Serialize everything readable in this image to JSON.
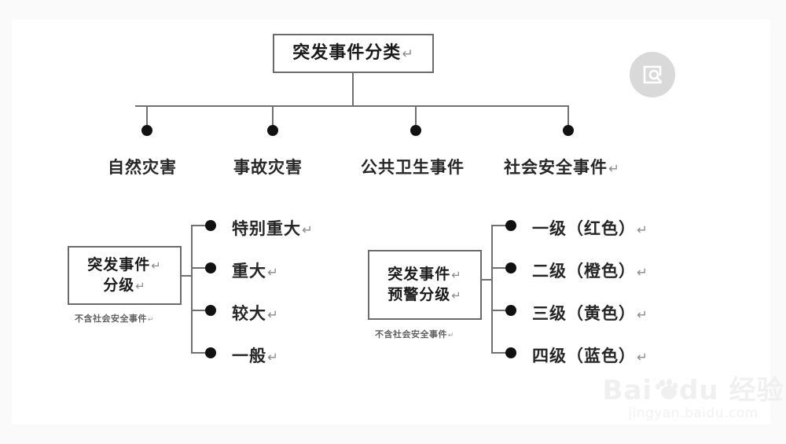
{
  "page": {
    "background": "#fafafa",
    "canvas_background": "#ffffff",
    "return_mark": "↵"
  },
  "diagram": {
    "type": "tree",
    "root": {
      "label": "突发事件分类",
      "has_return_mark": true
    },
    "root_children": [
      {
        "label": "自然灾害",
        "has_return_mark": false
      },
      {
        "label": "事故灾害",
        "has_return_mark": false
      },
      {
        "label": "公共卫生事件",
        "has_return_mark": false
      },
      {
        "label": "社会安全事件",
        "has_return_mark": true
      }
    ],
    "sub_diagrams": [
      {
        "id": "grading",
        "box_lines": [
          "突发事件",
          "分级"
        ],
        "box_line_return_marks": [
          true,
          true
        ],
        "caption": "不含社会安全事件",
        "caption_has_return_mark": true,
        "children": [
          {
            "label": "特别重大",
            "has_return_mark": true
          },
          {
            "label": "重大",
            "has_return_mark": true
          },
          {
            "label": "较大",
            "has_return_mark": true
          },
          {
            "label": "一般",
            "has_return_mark": true
          }
        ]
      },
      {
        "id": "warning-grading",
        "box_lines": [
          "突发事件",
          "预警分级"
        ],
        "box_line_return_marks": [
          true,
          true
        ],
        "caption": "不含社会安全事件",
        "caption_has_return_mark": true,
        "children": [
          {
            "label": "一级（红色）",
            "has_return_mark": true
          },
          {
            "label": "二级（橙色）",
            "has_return_mark": true
          },
          {
            "label": "三级（黄色）",
            "has_return_mark": true
          },
          {
            "label": "四级（蓝色）",
            "has_return_mark": true
          }
        ]
      }
    ],
    "colors": {
      "box_border": "#6b6b6b",
      "connector": "#707070",
      "bullet": "#111111",
      "text": "#1a1a1a"
    }
  },
  "watermarks": {
    "search_badge": {
      "icon": "image-search-icon",
      "color": "#d9d9d9"
    },
    "baidu": {
      "main_text_before_paw": "Bai",
      "main_text_after_paw": "du 经验",
      "sub_text": "jingyan.baidu.com",
      "color": "#f0f0f0"
    }
  }
}
